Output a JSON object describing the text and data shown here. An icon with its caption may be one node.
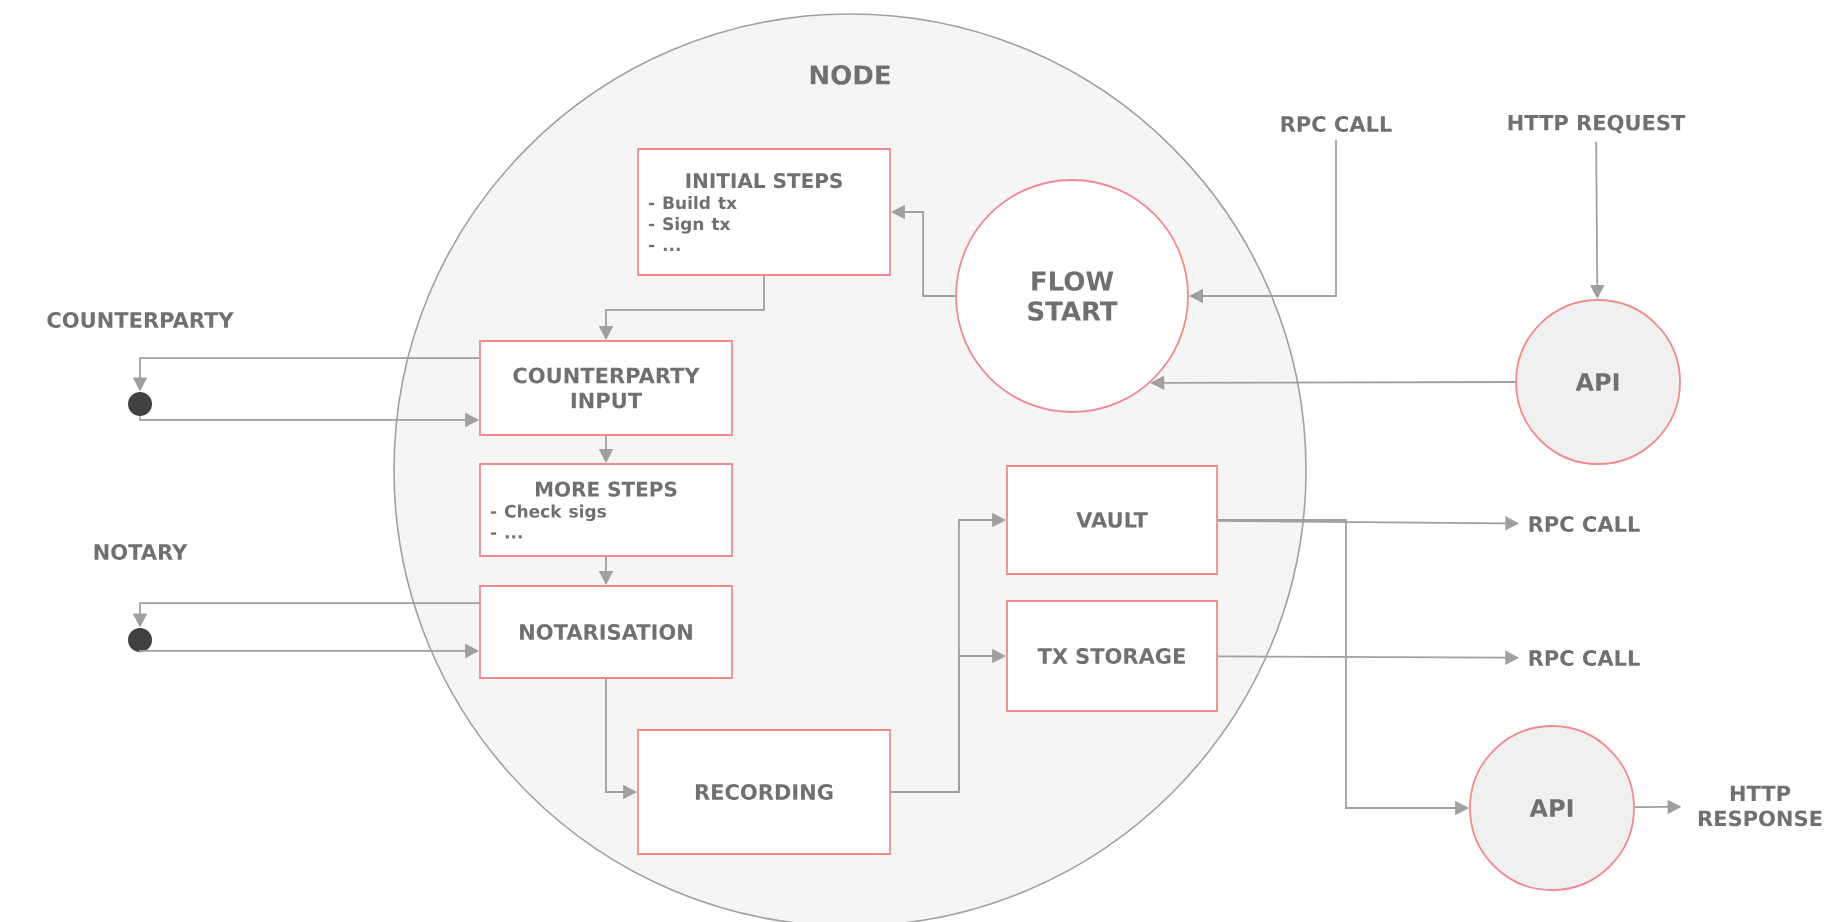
{
  "diagram": {
    "nodes": [
      {
        "text": [
          "NODE"
        ]
      },
      {
        "text": [
          "INITIAL STEPS",
          "- Build tx",
          "- Sign tx",
          "- ..."
        ],
        "in": 0
      },
      {
        "text": [
          "FLOW START"
        ],
        "in": 0
      },
      {
        "text": [
          "RPC CALL"
        ]
      },
      {
        "text": [
          "HTTP REQUEST"
        ]
      },
      {
        "text": [
          "API"
        ]
      },
      {
        "text": [],
        "shape": "circle",
        "beside": [
          "COUNTERPARTY"
        ]
      },
      {
        "text": [
          "COUNTERPARTY INPUT"
        ],
        "in": 0
      },
      {
        "text": [
          "MORE STEPS",
          "- Check sigs",
          "- ..."
        ],
        "in": 0
      },
      {
        "text": [
          "VAULT"
        ],
        "in": 0
      },
      {
        "text": [
          "RPC CALL"
        ]
      },
      {
        "text": [],
        "shape": "circle",
        "beside": [
          "NOTARY"
        ]
      },
      {
        "text": [
          "NOTARISATION"
        ],
        "in": 0
      },
      {
        "text": [
          "TX STORAGE"
        ],
        "in": 0
      },
      {
        "text": [
          "RPC CALL"
        ]
      },
      {
        "text": [
          "RECORDING"
        ],
        "in": 0
      },
      {
        "text": [
          "API"
        ]
      },
      {
        "text": [
          "HTTP RESPONSE"
        ]
      }
    ],
    "edges": [
      {
        "from": 2,
        "to": 1,
        "arrow": "to"
      },
      {
        "from": 3,
        "to": 2,
        "arrow": "to"
      },
      {
        "from": 4,
        "to": 5,
        "arrow": "to"
      },
      {
        "from": 5,
        "to": 2,
        "arrow": "to"
      },
      {
        "from": 1,
        "to": 7,
        "arrow": "to"
      },
      {
        "from": 7,
        "to": 6,
        "arrow": "to"
      },
      {
        "from": 6,
        "to": 7,
        "arrow": "to"
      },
      {
        "from": 7,
        "to": 8,
        "arrow": "to"
      },
      {
        "from": 8,
        "to": 12,
        "arrow": "to"
      },
      {
        "from": 12,
        "to": 11,
        "arrow": "to"
      },
      {
        "from": 11,
        "to": 12,
        "arrow": "to"
      },
      {
        "from": 12,
        "to": 15,
        "arrow": "to"
      },
      {
        "from": 15,
        "to": 9,
        "arrow": "to"
      },
      {
        "from": 15,
        "to": 13,
        "arrow": "to"
      },
      {
        "from": 9,
        "to": 10,
        "arrow": "to"
      },
      {
        "from": 9,
        "to": 16,
        "arrow": "to"
      },
      {
        "from": 13,
        "to": 14,
        "arrow": "to"
      },
      {
        "from": 16,
        "to": 17,
        "arrow": "to"
      }
    ]
  }
}
